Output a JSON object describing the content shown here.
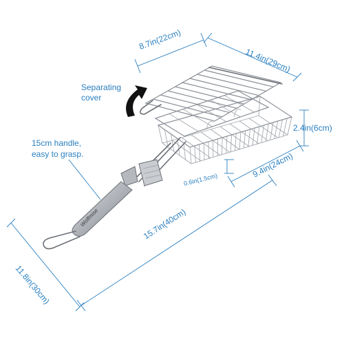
{
  "callouts": {
    "cover_line1": "Separating",
    "cover_line2": "cover",
    "handle_line1": "15cm handle,",
    "handle_line2": "easy to grasp."
  },
  "dimensions": {
    "top_width": "8.7in(22cm)",
    "top_depth": "11.4in(29cm)",
    "height": "2.4in(6cm)",
    "basket_depth": "9.4in(24cm)",
    "gap": "0.6in(1.5cm)",
    "total_length": "15.7in(40cm)",
    "total_width": "11.8in(30cm)"
  },
  "brand": "Wolfmise",
  "colors": {
    "dimension": "#2a7fc0",
    "metal": "#8a8f96",
    "arrow": "#111111"
  },
  "icons": {
    "arrow": "curved-arrow-icon",
    "grill": "grill-basket-illustration"
  }
}
